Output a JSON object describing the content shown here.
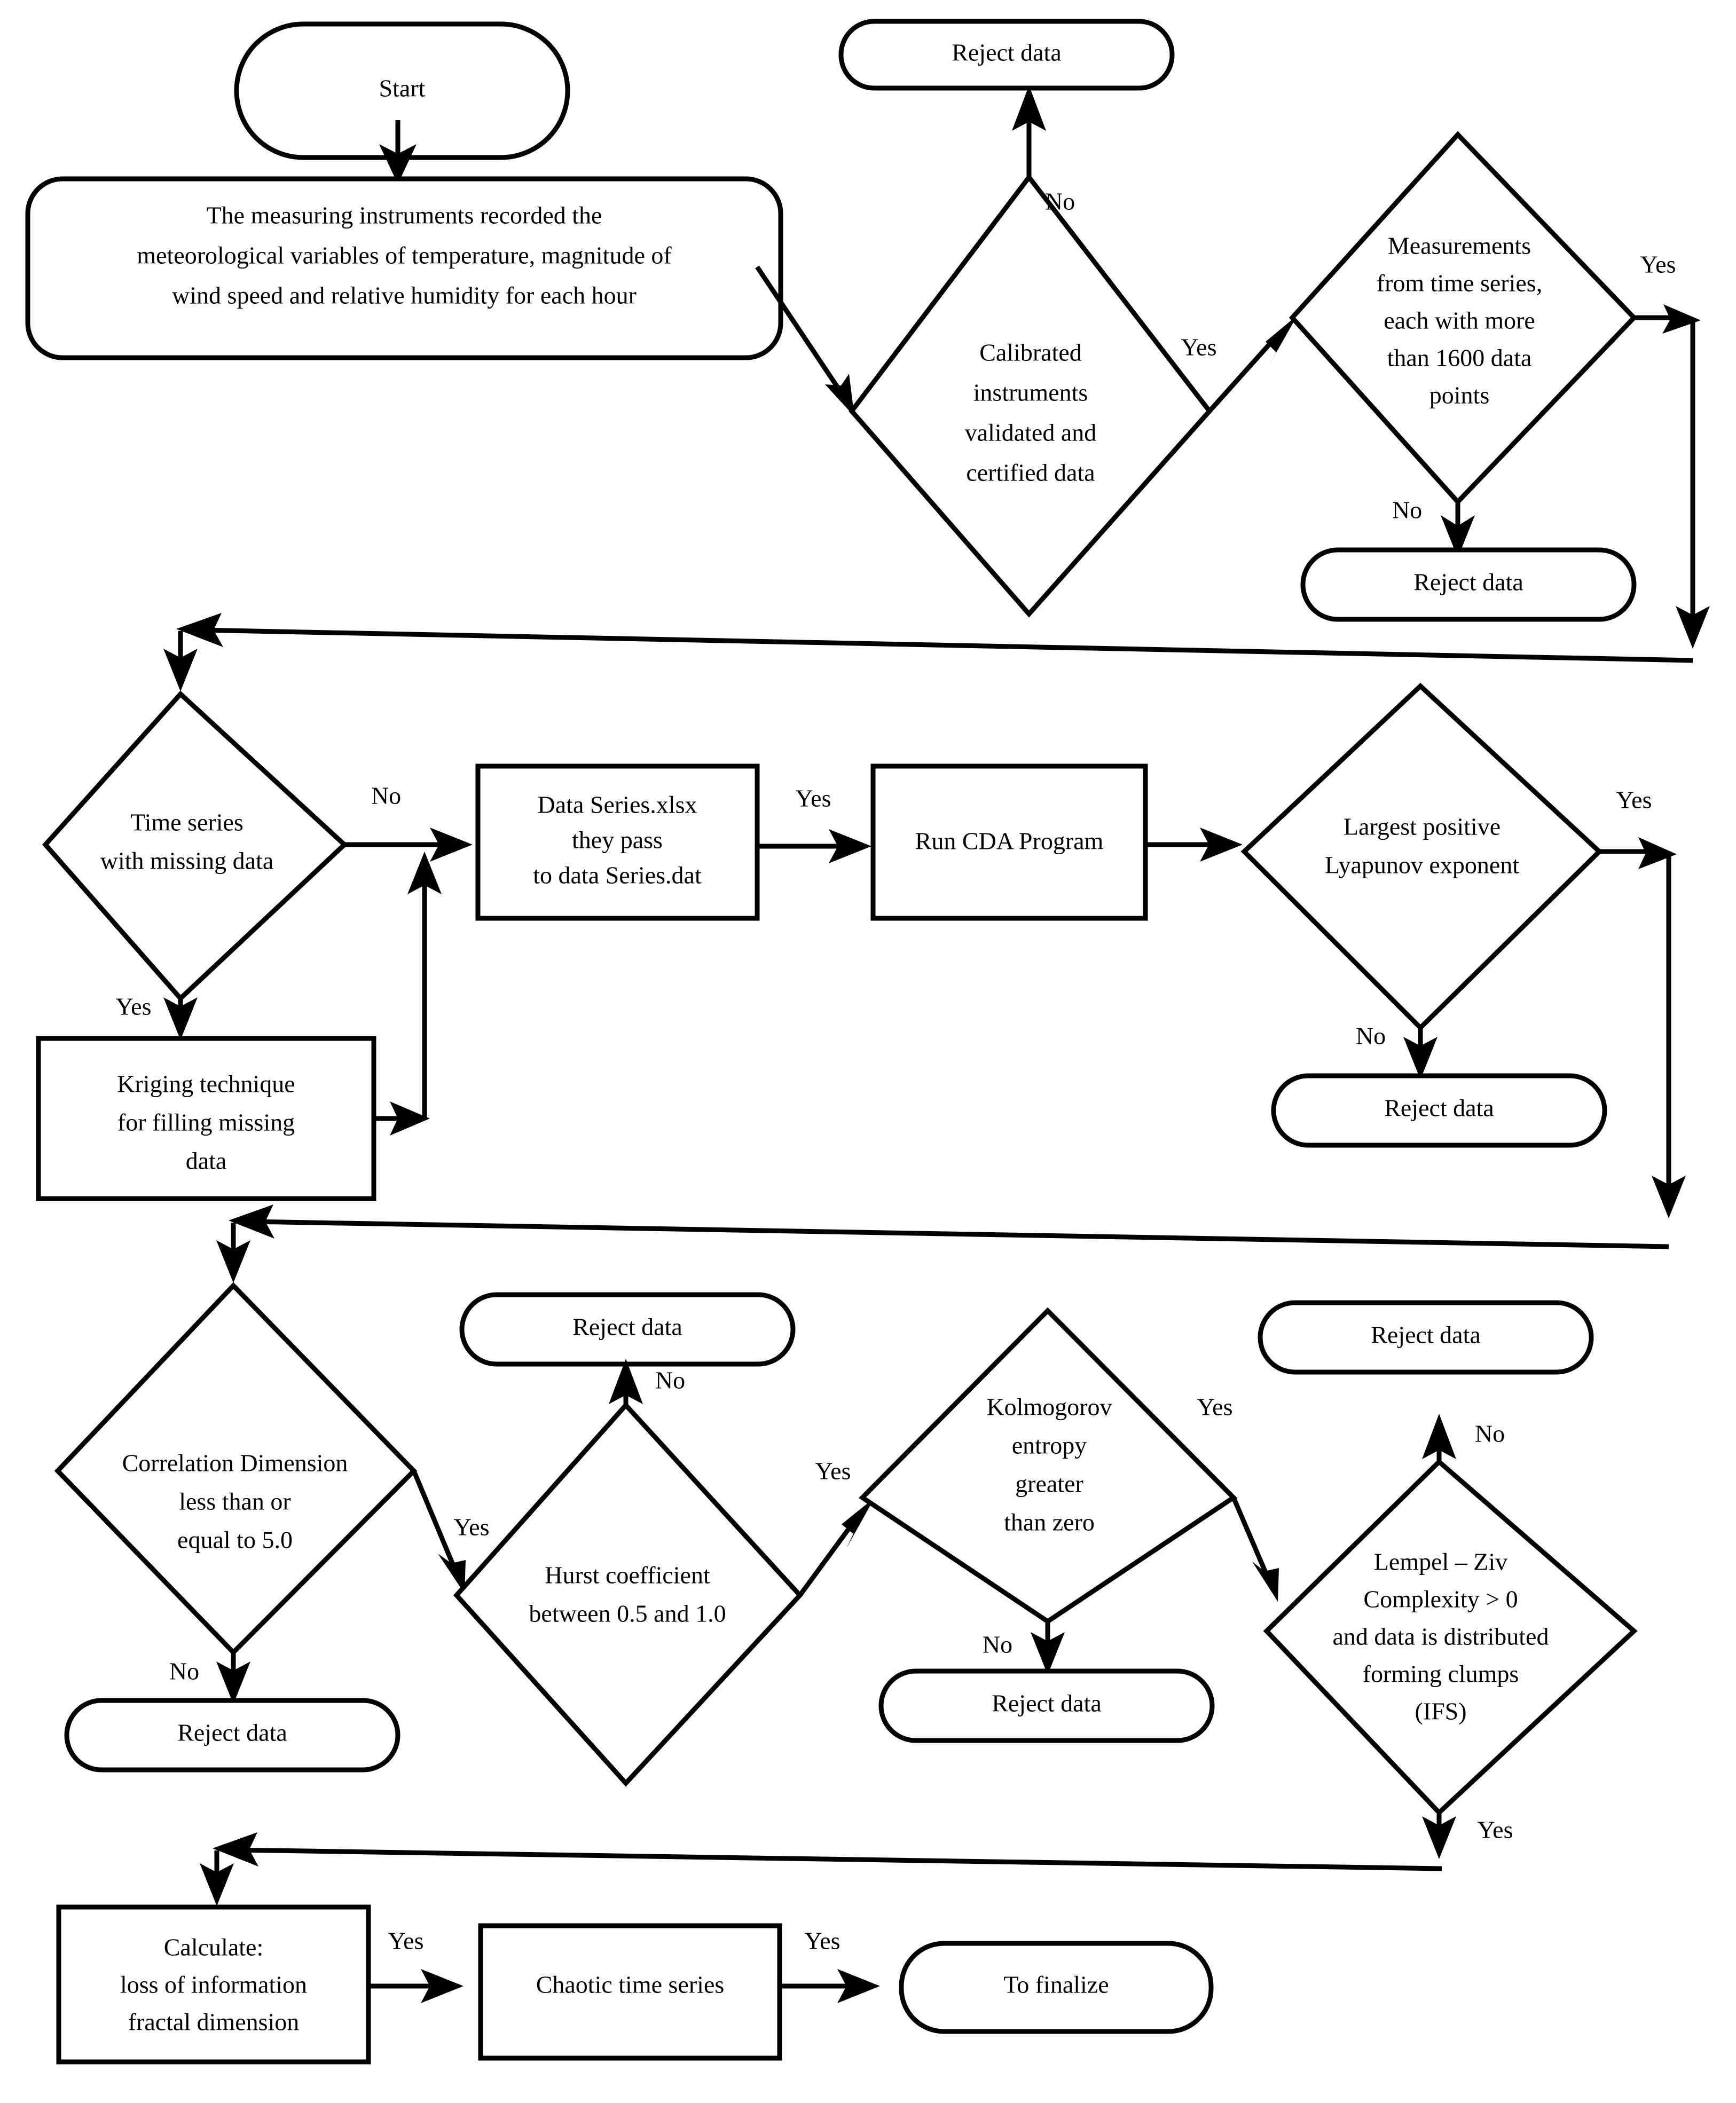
{
  "diagram": {
    "title": "Chaotic time series validation flowchart",
    "stroke_color": "#000000",
    "fill_color": "#ffffff",
    "nodes": {
      "start": {
        "label": "Start",
        "shape": "terminator"
      },
      "measuring": {
        "line1": "The measuring instruments recorded the",
        "line2": "meteorological variables of temperature, magnitude of",
        "line3": "wind  speed and relative humidity for each hour",
        "shape": "terminator"
      },
      "reject_1": {
        "label": "Reject data",
        "shape": "terminator"
      },
      "calibrated": {
        "line1": "Calibrated",
        "line2": "instruments",
        "line3": "validated and",
        "line4": "certified data",
        "shape": "decision"
      },
      "measurements": {
        "line1": "Measurements",
        "line2": "from time series,",
        "line3": "each with more",
        "line4": "than 1600 data",
        "line5": "points",
        "shape": "decision"
      },
      "reject_2": {
        "label": "Reject data",
        "shape": "terminator"
      },
      "timeseries_missing": {
        "line1": "Time series",
        "line2": "with missing data",
        "shape": "decision"
      },
      "kriging": {
        "line1": "Kriging technique",
        "line2": "for filling missing",
        "line3": "data",
        "shape": "process"
      },
      "data_series": {
        "line1": "Data Series.xlsx",
        "line2": "they pass",
        "line3": "to data Series.dat",
        "shape": "process"
      },
      "run_cda": {
        "label": "Run CDA Program",
        "shape": "process"
      },
      "lyapunov": {
        "line1": "Largest positive",
        "line2": "Lyapunov exponent",
        "shape": "decision"
      },
      "reject_3": {
        "label": "Reject data",
        "shape": "terminator"
      },
      "correlation_dim": {
        "line1": "Correlation Dimension",
        "line2": "less than or",
        "line3": "equal to 5.0",
        "shape": "decision"
      },
      "reject_4": {
        "label": "Reject data",
        "shape": "terminator"
      },
      "reject_5": {
        "label": "Reject data",
        "shape": "terminator"
      },
      "hurst": {
        "line1": "Hurst coefficient",
        "line2": "between 0.5 and 1.0",
        "shape": "decision"
      },
      "kolmogorov": {
        "line1": "Kolmogorov",
        "line2": "entropy",
        "line3": "greater",
        "line4": "than zero",
        "shape": "decision"
      },
      "reject_6": {
        "label": "Reject data",
        "shape": "terminator"
      },
      "reject_7": {
        "label": "Reject data",
        "shape": "terminator"
      },
      "lempel_ziv": {
        "line1": "Lempel – Ziv",
        "line2": "Complexity > 0",
        "line3": "and data is distributed",
        "line4": "forming clumps",
        "line5": "(IFS)",
        "shape": "decision"
      },
      "calculate": {
        "line1": "Calculate:",
        "line2": "loss of information",
        "line3": "fractal dimension",
        "shape": "process"
      },
      "chaotic": {
        "label": "Chaotic time series",
        "shape": "process"
      },
      "finalize": {
        "label": "To finalize",
        "shape": "terminator"
      }
    },
    "edge_labels": {
      "calibrated_no": "No",
      "calibrated_yes": "Yes",
      "measurements_yes": "Yes",
      "measurements_no": "No",
      "timeseries_no": "No",
      "timeseries_yes": "Yes",
      "data_series_yes": "Yes",
      "lyapunov_yes": "Yes",
      "lyapunov_no": "No",
      "correlation_yes": "Yes",
      "correlation_no": "No",
      "hurst_no": "No",
      "hurst_yes": "Yes",
      "kolmogorov_yes": "Yes",
      "kolmogorov_no": "No",
      "lempel_no": "No",
      "lempel_yes": "Yes",
      "calculate_yes": "Yes",
      "chaotic_yes": "Yes"
    }
  }
}
